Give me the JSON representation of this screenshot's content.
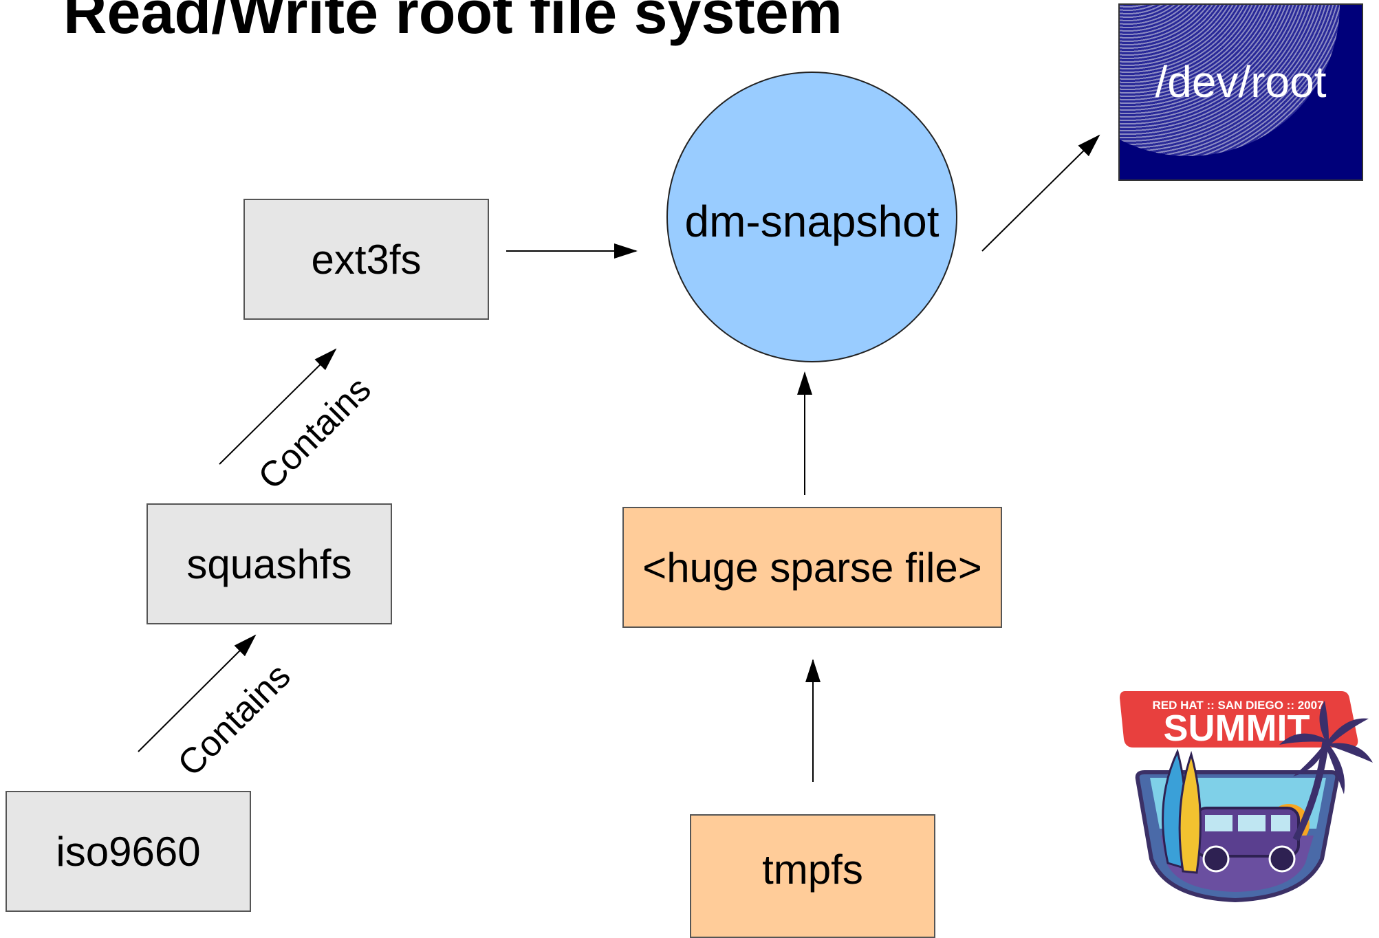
{
  "title": "Read/Write root file system",
  "nodes": {
    "ext3fs": "ext3fs",
    "squashfs": "squashfs",
    "iso9660": "iso9660",
    "dm_snapshot": "dm-snapshot",
    "sparse_file": "<huge sparse file>",
    "tmpfs": "tmpfs",
    "dev_root": "/dev/root"
  },
  "edge_labels": {
    "squashfs_to_ext3fs": "Contains",
    "iso9660_to_squashfs": "Contains"
  },
  "logo": {
    "top_line": "RED HAT :: SAN DIEGO :: 2007",
    "word": "SUMMIT"
  },
  "colors": {
    "gray_box": "#e6e6e6",
    "orange_box": "#ffcc99",
    "circle": "#99ccff",
    "dev_root_bg": "#00007a"
  }
}
